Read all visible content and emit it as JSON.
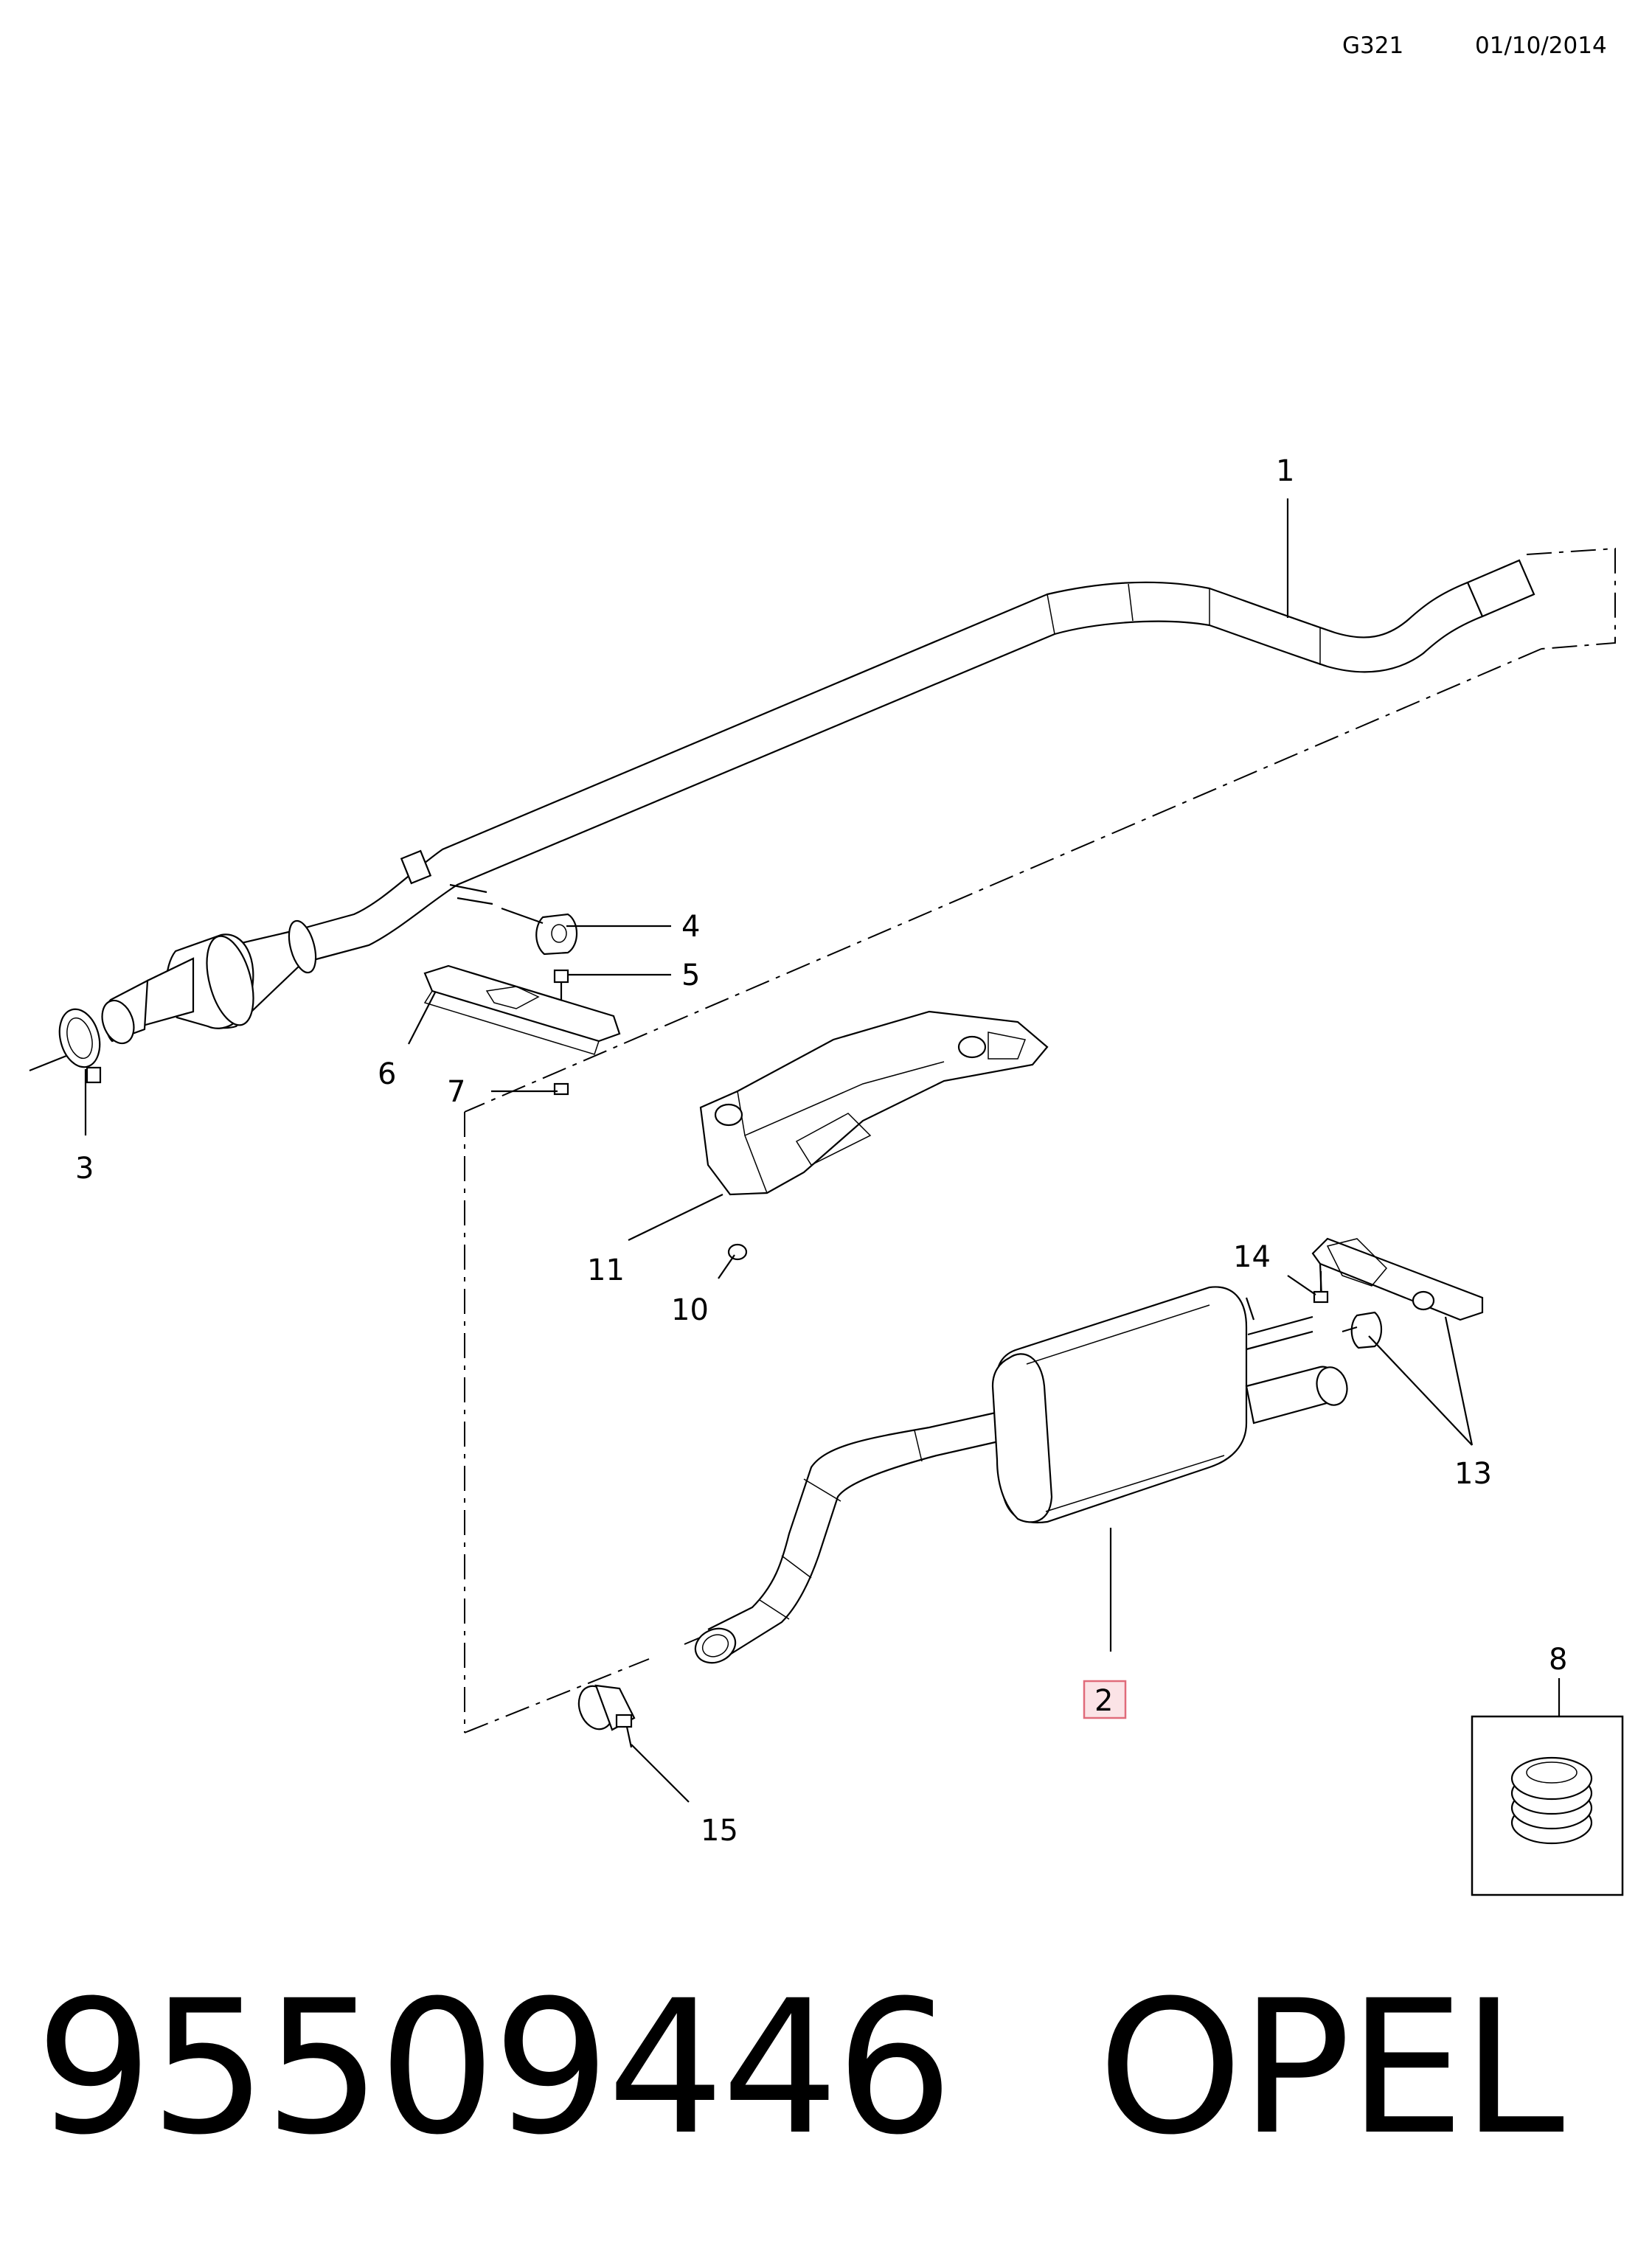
{
  "header": {
    "diagram_code": "G321",
    "date": "01/10/2014"
  },
  "callouts": {
    "c1": "1",
    "c2": "2",
    "c3": "3",
    "c4": "4",
    "c5": "5",
    "c6": "6",
    "c7": "7",
    "c8": "8",
    "c10": "10",
    "c11": "11",
    "c13": "13",
    "c14": "14",
    "c15": "15"
  },
  "highlight": {
    "callout": "2",
    "border_color": "#e06b7a",
    "fill_color": "#fbe3e6"
  },
  "footer": {
    "part_number": "95509446",
    "brand": "OPEL"
  }
}
